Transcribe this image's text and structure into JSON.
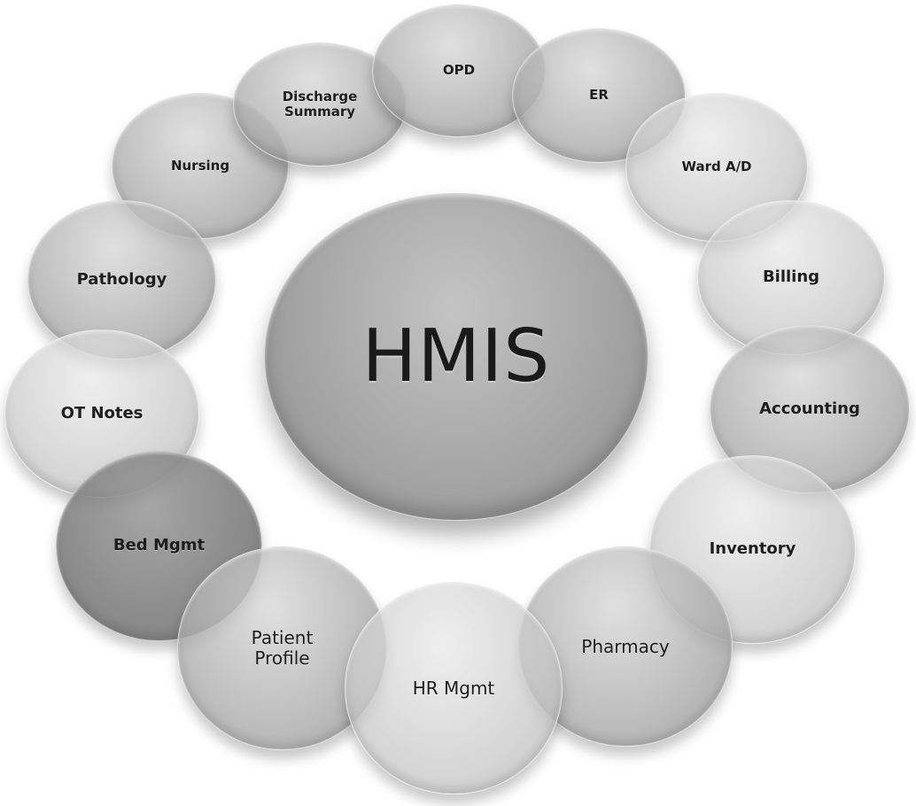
{
  "center": {
    "label": "HMIS"
  },
  "modules": [
    {
      "id": "pathology",
      "label": "Pathology"
    },
    {
      "id": "ot-notes",
      "label": "OT Notes"
    },
    {
      "id": "bed-mgmt",
      "label": "Bed Mgmt"
    },
    {
      "id": "patient-profile",
      "label": "Patient\nProfile"
    },
    {
      "id": "hr-mgmt",
      "label": "HR Mgmt"
    },
    {
      "id": "pharmacy",
      "label": "Pharmacy"
    },
    {
      "id": "inventory",
      "label": "Inventory"
    },
    {
      "id": "accounting",
      "label": "Accounting"
    },
    {
      "id": "billing",
      "label": "Billing"
    },
    {
      "id": "ward-ad",
      "label": "Ward A/D"
    },
    {
      "id": "er",
      "label": "ER"
    },
    {
      "id": "opd",
      "label": "OPD"
    },
    {
      "id": "discharge-summary",
      "label": "Discharge\nSummary"
    },
    {
      "id": "nursing",
      "label": "Nursing"
    }
  ]
}
